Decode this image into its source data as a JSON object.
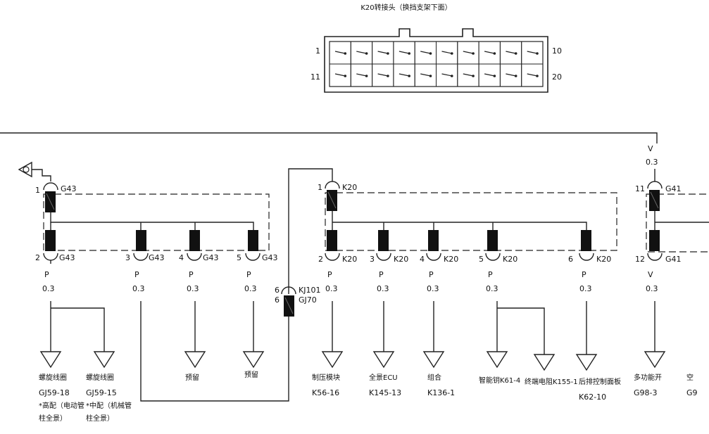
{
  "connector_view": {
    "title": "K20转接头（换挡支架下面）",
    "left_pin_top": "1",
    "right_pin_top": "10",
    "left_pin_bottom": "11",
    "right_pin_bottom": "20"
  },
  "group_g43": {
    "ground_symbol": "ground-icon",
    "top_pin": "1",
    "top_name": "G43",
    "pins": [
      {
        "num": "2",
        "name": "G43",
        "color": "P",
        "gauge": "0.3"
      },
      {
        "num": "3",
        "name": "G43",
        "color": "P",
        "gauge": "0.3"
      },
      {
        "num": "4",
        "name": "G43",
        "color": "P",
        "gauge": "0.3"
      },
      {
        "num": "5",
        "name": "G43",
        "color": "P",
        "gauge": "0.3"
      }
    ],
    "loads": [
      {
        "name": "螺旋线圈",
        "code": "GJ59-18",
        "note1": "*高配（电动管",
        "note2": "柱全景）"
      },
      {
        "name": "螺旋线圈",
        "code": "GJ59-15",
        "note1": "*中配（机械管",
        "note2": "柱全景）"
      },
      {
        "name": "预留"
      },
      {
        "name": "预留"
      }
    ]
  },
  "junction": {
    "pin_top": "6",
    "name_top": "KJ101",
    "pin_bottom": "6",
    "name_bottom": "GJ70"
  },
  "group_k20": {
    "top_pin": "1",
    "top_name": "K20",
    "pins": [
      {
        "num": "2",
        "name": "K20",
        "color": "P",
        "gauge": "0.3"
      },
      {
        "num": "3",
        "name": "K20",
        "color": "P",
        "gauge": "0.3"
      },
      {
        "num": "4",
        "name": "K20",
        "color": "P",
        "gauge": "0.3"
      },
      {
        "num": "5",
        "name": "K20",
        "color": "P",
        "gauge": "0.3"
      },
      {
        "num": "6",
        "name": "K20",
        "color": "P",
        "gauge": "0.3"
      }
    ],
    "loads": [
      {
        "name": "制压模块",
        "code": "K56-16"
      },
      {
        "name": "全景ECU",
        "code": "K145-13"
      },
      {
        "name": "组合",
        "code": "K136-1"
      },
      {
        "name": "智能钥K61-4"
      },
      {
        "name": "终端电阻K155-1"
      },
      {
        "name": "后排控制面板",
        "code": "K62-10"
      }
    ]
  },
  "group_g41": {
    "top_color": "V",
    "top_gauge": "0.3",
    "top_pin": "11",
    "top_name": "G41",
    "bottom_pin": "12",
    "bottom_name": "G41",
    "bottom_color": "V",
    "bottom_gauge": "0.3",
    "loads": [
      {
        "name": "多功能开",
        "code": "G98-3"
      },
      {
        "name": "空",
        "code": "G9"
      }
    ]
  }
}
